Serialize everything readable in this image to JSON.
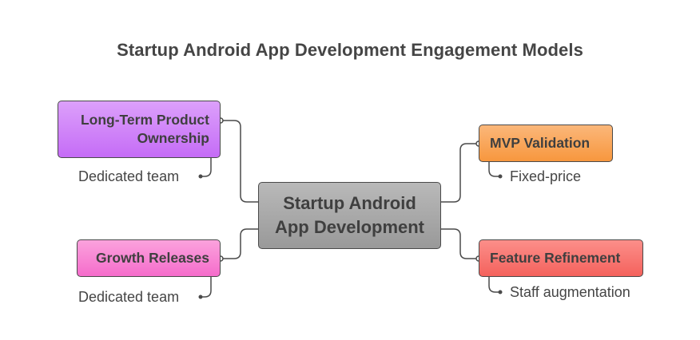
{
  "title": "Startup Android App Development Engagement Models",
  "center": {
    "line1": "Startup Android",
    "line2": "App Development"
  },
  "branches": {
    "long_term": {
      "line1": "Long-Term Product",
      "line2": "Ownership",
      "detail": "Dedicated team",
      "color": "#d07ff8"
    },
    "growth": {
      "label": "Growth Releases",
      "detail": "Dedicated team",
      "color": "#f888d4"
    },
    "mvp": {
      "label": "MVP Validation",
      "detail": "Fixed-price",
      "color": "#f9a65c"
    },
    "feature": {
      "label": "Feature Refinement",
      "detail": "Staff augmentation",
      "color": "#f87872"
    }
  },
  "colors": {
    "line": "#4a4a4a",
    "text": "#454545"
  }
}
